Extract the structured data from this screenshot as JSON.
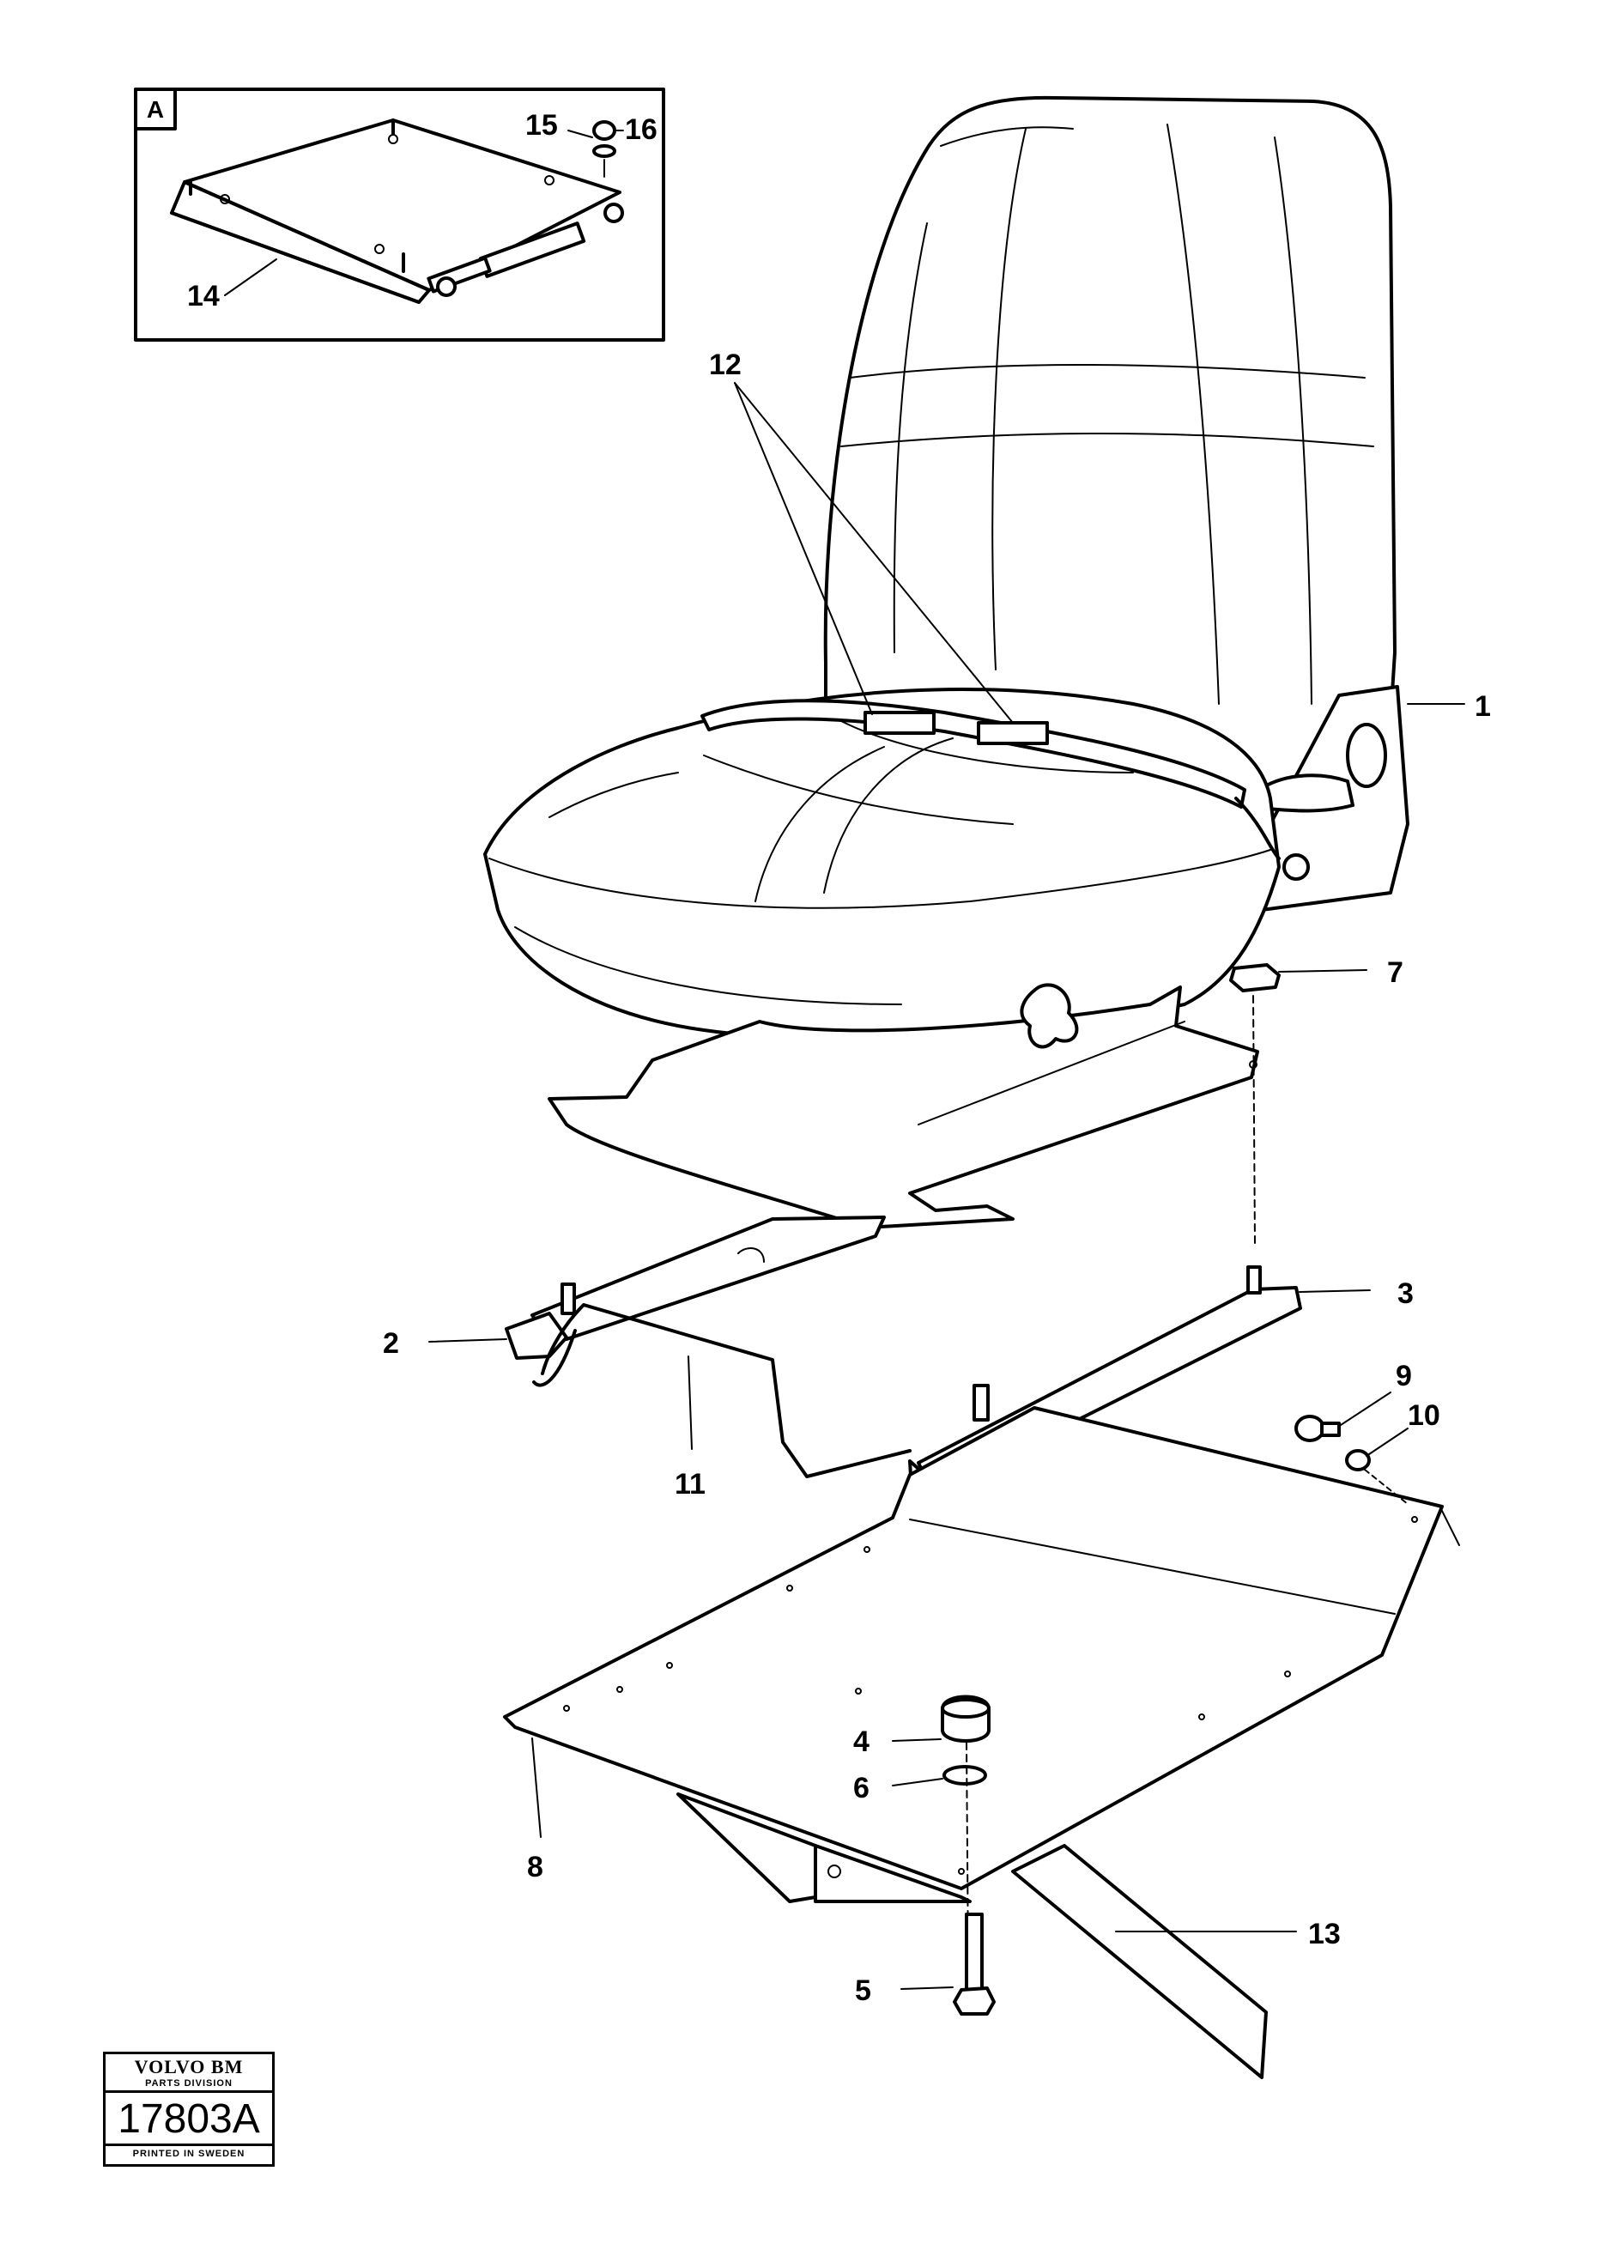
{
  "inset": {
    "tag": "A"
  },
  "callouts": {
    "c1": "1",
    "c2": "2",
    "c3": "3",
    "c4": "4",
    "c5": "5",
    "c6": "6",
    "c7": "7",
    "c8": "8",
    "c9": "9",
    "c10": "10",
    "c11": "11",
    "c12": "12",
    "c13": "13",
    "c14": "14",
    "c15": "15",
    "c16": "16"
  },
  "logo": {
    "brand": "VOLVO BM",
    "division": "PARTS DIVISION",
    "code": "17803A",
    "printed": "PRINTED IN SWEDEN"
  }
}
